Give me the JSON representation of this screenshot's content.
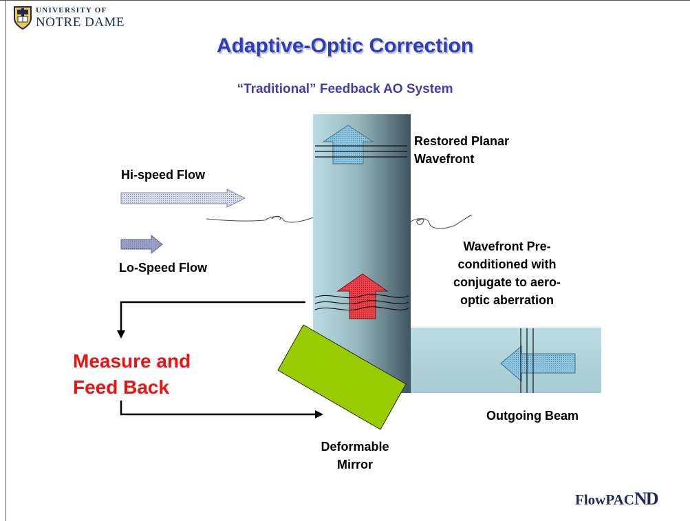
{
  "header": {
    "university_line1": "UNIVERSITY OF",
    "university_line2": "NOTRE DAME"
  },
  "slide": {
    "title": "Adaptive-Optic Correction",
    "subtitle": "“Traditional” Feedback AO System"
  },
  "labels": {
    "hi_speed_flow": "Hi-speed Flow",
    "lo_speed_flow": "Lo-Speed Flow",
    "restored_line1": "Restored Planar",
    "restored_line2": "Wavefront",
    "precond_line1": "Wavefront Pre-",
    "precond_line2": "conditioned with",
    "precond_line3": "conjugate to aero-",
    "precond_line4": "optic aberration",
    "measure_line1": "Measure and",
    "measure_line2": "Feed Back",
    "outgoing_beam": "Outgoing Beam",
    "deformable_line1": "Deformable",
    "deformable_line2": "Mirror"
  },
  "footer": {
    "brand": "FlowPAC",
    "brand_mark": "ND"
  },
  "colors": {
    "title": "#2e3eb8",
    "subtitle": "#3d3fb0",
    "measure_text": "#ee1111",
    "beam_light": "#b9dde2",
    "beam_dark": "#3f5560",
    "mirror": "#99cc00",
    "restored_arrow": "#7fb9d9",
    "preconditioned_arrow": "#e8353d",
    "outgoing_arrow": "#7fb9d9",
    "hi_speed_arrow": "#d9dbe8",
    "lo_speed_arrow": "#9aa0c8"
  }
}
